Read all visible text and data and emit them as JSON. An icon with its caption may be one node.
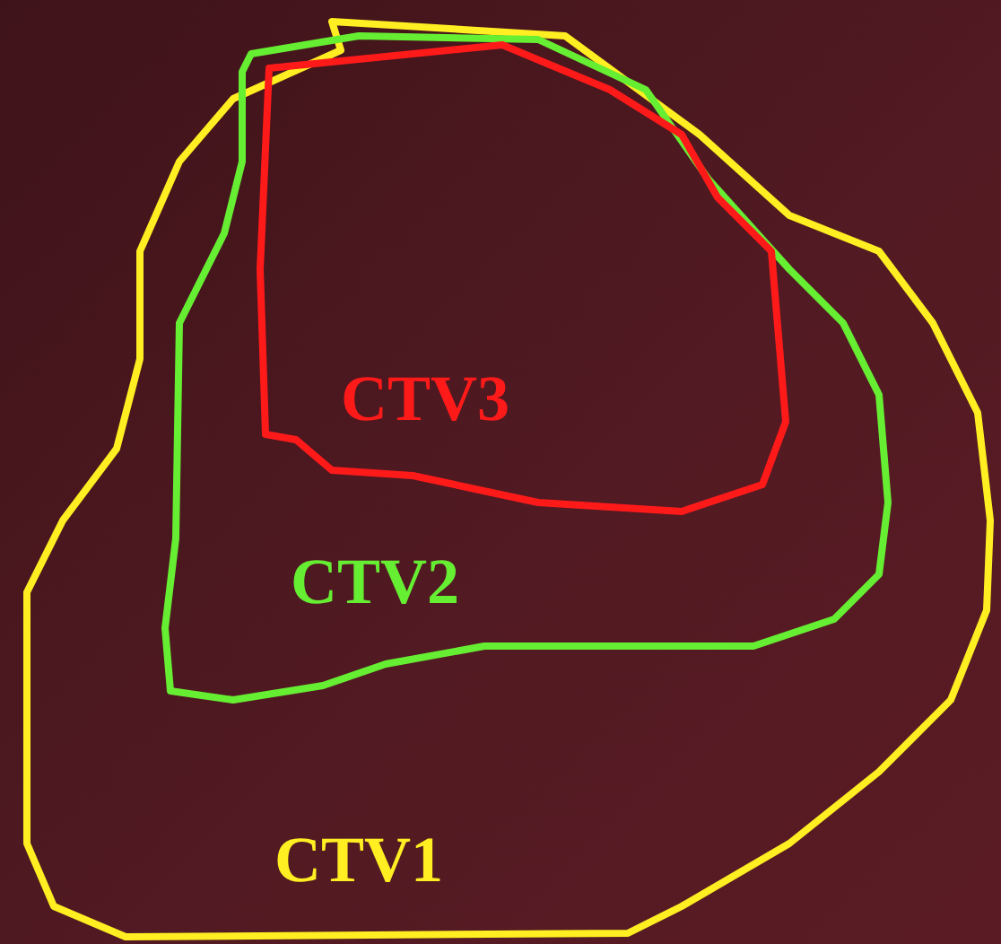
{
  "diagram": {
    "nodes": [
      {
        "text": [
          "CTV1"
        ]
      },
      {
        "text": [
          "CTV2"
        ],
        "in": 0
      },
      {
        "text": [
          "CTV3"
        ],
        "in": 1
      }
    ]
  }
}
